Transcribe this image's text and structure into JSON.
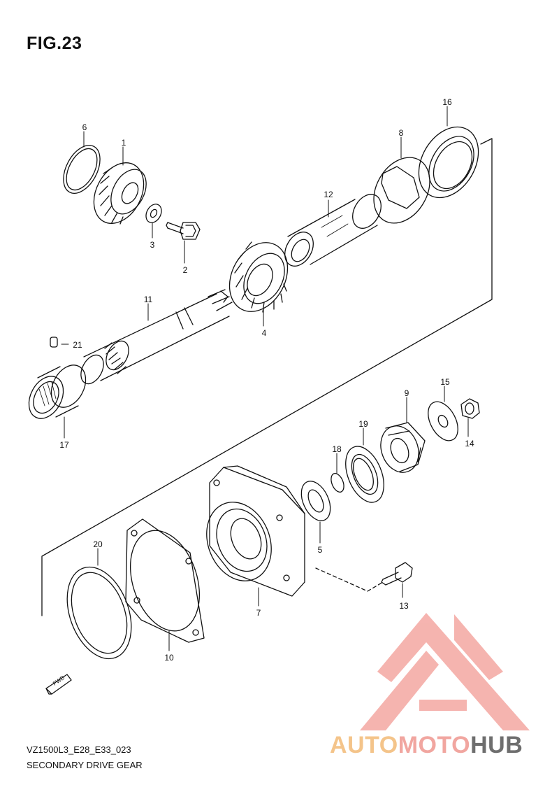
{
  "figure": {
    "title": "FIG.23",
    "model_code": "VZ1500L3_E28_E33_023",
    "name": "SECONDARY DRIVE GEAR"
  },
  "direction_label": "FWD",
  "callouts": [
    "1",
    "2",
    "3",
    "4",
    "5",
    "6",
    "7",
    "8",
    "9",
    "10",
    "11",
    "12",
    "13",
    "14",
    "15",
    "16",
    "17",
    "18",
    "19",
    "20",
    "21"
  ],
  "watermark": {
    "part1": "AUTO",
    "part2": "MOTO",
    "part3": "HUB",
    "colors": {
      "part1": "#f4c48a",
      "part2": "#f1a6a0",
      "part3": "#6e6e6e",
      "logo": "#f2a09c"
    }
  }
}
